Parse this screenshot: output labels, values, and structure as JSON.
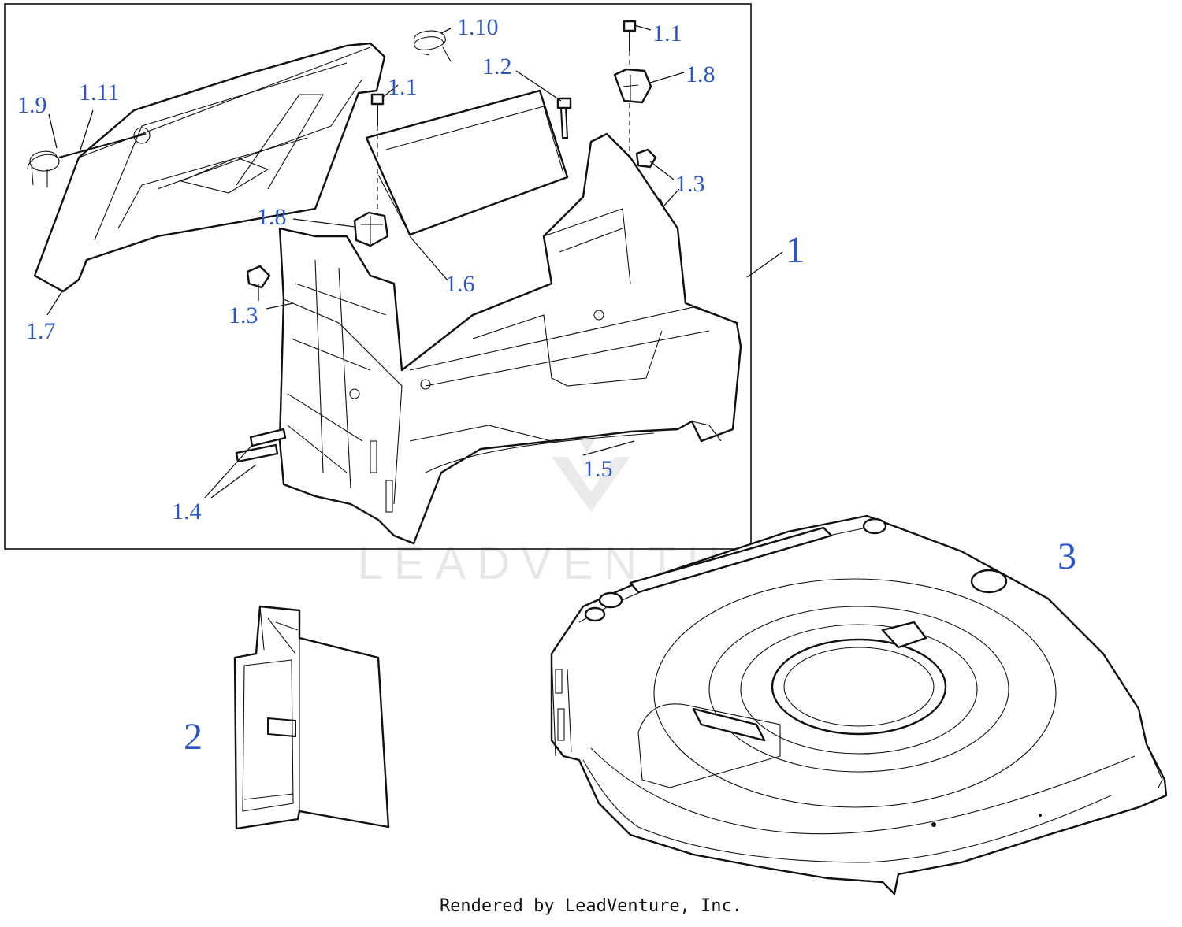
{
  "diagram": {
    "callouts": [
      {
        "id": "c-1-10",
        "label": "1.10"
      },
      {
        "id": "c-1-1-top",
        "label": "1.1"
      },
      {
        "id": "c-1-2",
        "label": "1.2"
      },
      {
        "id": "c-1-1-mid",
        "label": "1.1"
      },
      {
        "id": "c-1-8-top",
        "label": "1.8"
      },
      {
        "id": "c-1-9",
        "label": "1.9"
      },
      {
        "id": "c-1-11",
        "label": "1.11"
      },
      {
        "id": "c-1-3-right",
        "label": "1.3"
      },
      {
        "id": "c-1-8-left",
        "label": "1.8"
      },
      {
        "id": "c-1-6",
        "label": "1.6"
      },
      {
        "id": "c-1-3-left",
        "label": "1.3"
      },
      {
        "id": "c-1-7",
        "label": "1.7"
      },
      {
        "id": "c-1-5",
        "label": "1.5"
      },
      {
        "id": "c-1-4",
        "label": "1.4"
      },
      {
        "id": "c-1",
        "label": "1"
      },
      {
        "id": "c-2",
        "label": "2"
      },
      {
        "id": "c-3",
        "label": "3"
      }
    ],
    "watermark": "LEADVENTURE",
    "footer": "Rendered by LeadVenture, Inc.",
    "colors": {
      "callout": "#2a55c8",
      "line": "#111111"
    }
  }
}
